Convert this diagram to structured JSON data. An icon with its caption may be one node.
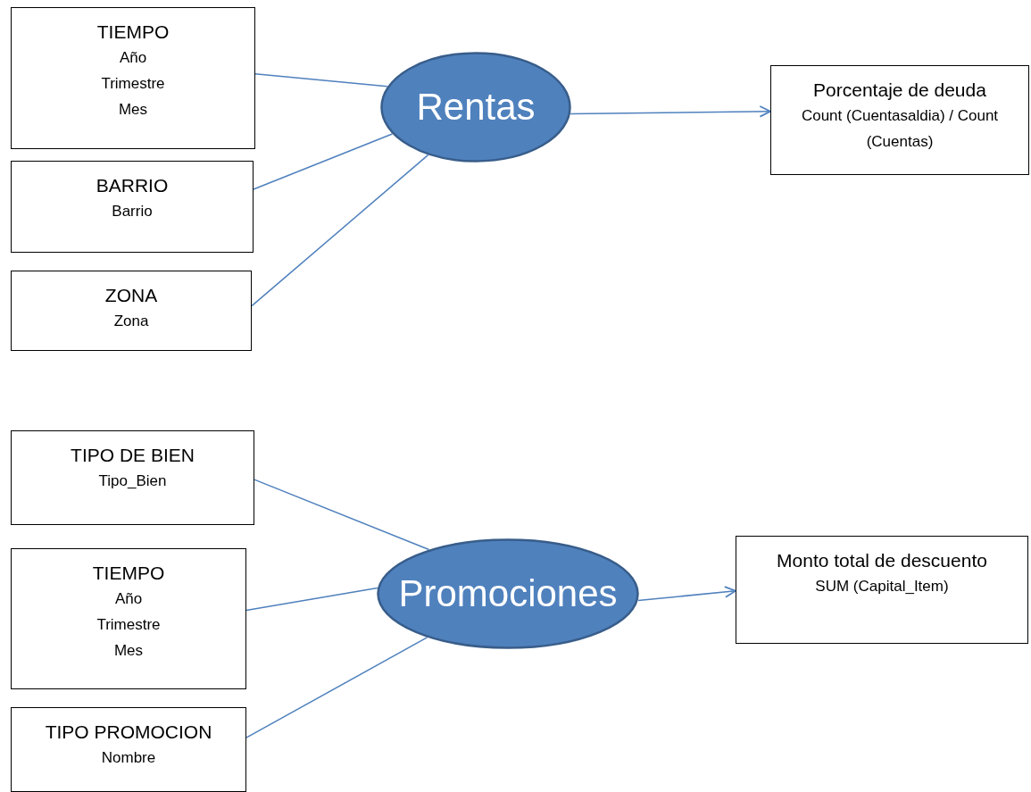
{
  "diagram": {
    "nodes": [
      {
        "text": [
          "TIEMPO",
          "Año",
          "Trimestre",
          "Mes"
        ]
      },
      {
        "text": [
          "BARRIO",
          "Barrio"
        ]
      },
      {
        "text": [
          "ZONA",
          "Zona"
        ]
      },
      {
        "text": [
          "Rentas"
        ]
      },
      {
        "text": [
          "Porcentaje de deuda",
          "Count (Cuentasaldia) / Count (Cuentas)"
        ]
      },
      {
        "text": [
          "TIPO DE BIEN",
          "Tipo_Bien"
        ]
      },
      {
        "text": [
          "TIEMPO",
          "Año",
          "Trimestre",
          "Mes"
        ]
      },
      {
        "text": [
          "TIPO PROMOCION",
          "Nombre"
        ]
      },
      {
        "text": [
          "Promociones"
        ]
      },
      {
        "text": [
          "Monto total de descuento",
          "SUM (Capital_Item)"
        ]
      }
    ],
    "edges": [
      {
        "from": 0,
        "to": 3,
        "arrow": "none"
      },
      {
        "from": 1,
        "to": 3,
        "arrow": "none"
      },
      {
        "from": 2,
        "to": 3,
        "arrow": "none"
      },
      {
        "from": 3,
        "to": 4,
        "arrow": "to"
      },
      {
        "from": 5,
        "to": 8,
        "arrow": "none"
      },
      {
        "from": 6,
        "to": 8,
        "arrow": "none"
      },
      {
        "from": 7,
        "to": 8,
        "arrow": "none"
      },
      {
        "from": 8,
        "to": 9,
        "arrow": "to"
      }
    ]
  }
}
